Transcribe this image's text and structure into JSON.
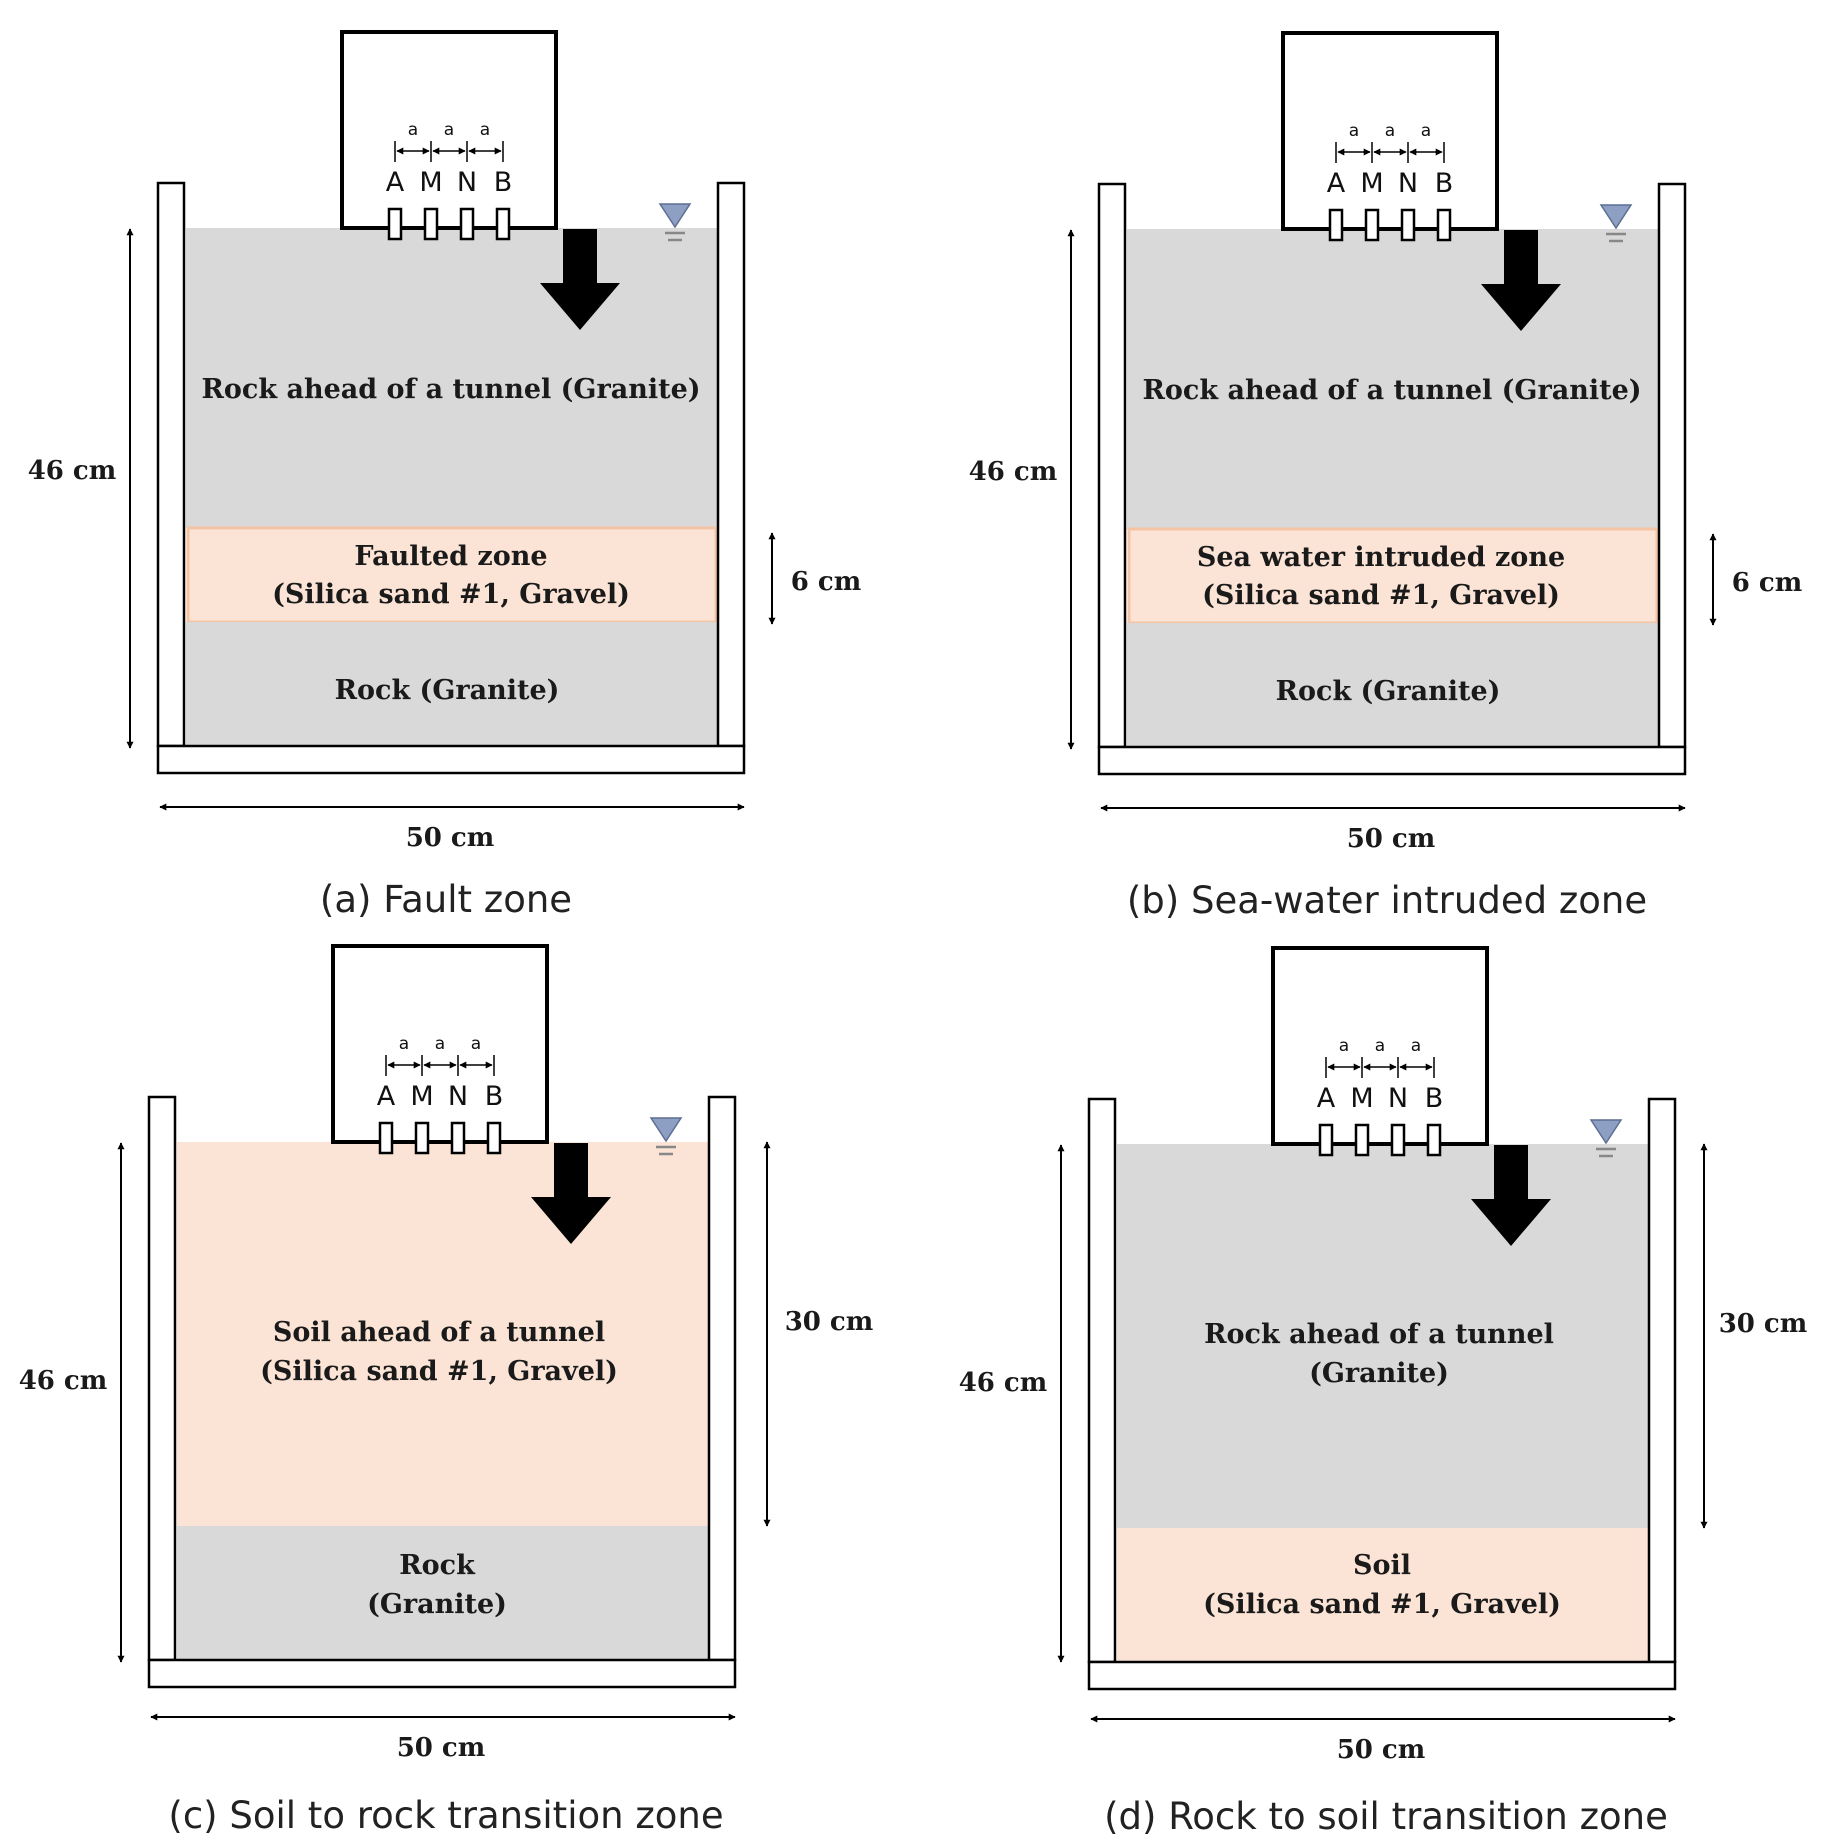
{
  "colors": {
    "rock": "#d9d9d9",
    "soil": "#fbe4d6",
    "soil_border": "#f4c4a4",
    "water_marker": "#8e9fc4",
    "arrow": "#000000"
  },
  "electrodes": {
    "labels": [
      "A",
      "M",
      "N",
      "B"
    ],
    "spacing_label": "a"
  },
  "panels": [
    {
      "id": "a",
      "caption": "(a) Fault zone",
      "height_label": "46 cm",
      "width_label": "50 cm",
      "band_label": "6 cm",
      "layers": [
        "Rock ahead of a tunnel (Granite)",
        "Faulted zone",
        "(Silica sand #1, Gravel)",
        "Rock (Granite)"
      ]
    },
    {
      "id": "b",
      "caption": "(b) Sea-water intruded zone",
      "height_label": "46 cm",
      "width_label": "50 cm",
      "band_label": "6 cm",
      "layers": [
        "Rock ahead of a tunnel (Granite)",
        "Sea water intruded zone",
        "(Silica sand #1, Gravel)",
        "Rock (Granite)"
      ]
    },
    {
      "id": "c",
      "caption": "(c) Soil to rock transition zone",
      "height_label": "46 cm",
      "width_label": "50 cm",
      "top_label": "30 cm",
      "layers": [
        "Soil ahead of a tunnel",
        "(Silica sand #1, Gravel)",
        "Rock",
        "(Granite)"
      ]
    },
    {
      "id": "d",
      "caption": "(d) Rock to soil transition zone",
      "height_label": "46 cm",
      "width_label": "50 cm",
      "top_label": "30 cm",
      "layers": [
        "Rock ahead of a tunnel",
        "(Granite)",
        "Soil",
        "(Silica sand #1, Gravel)"
      ]
    }
  ]
}
